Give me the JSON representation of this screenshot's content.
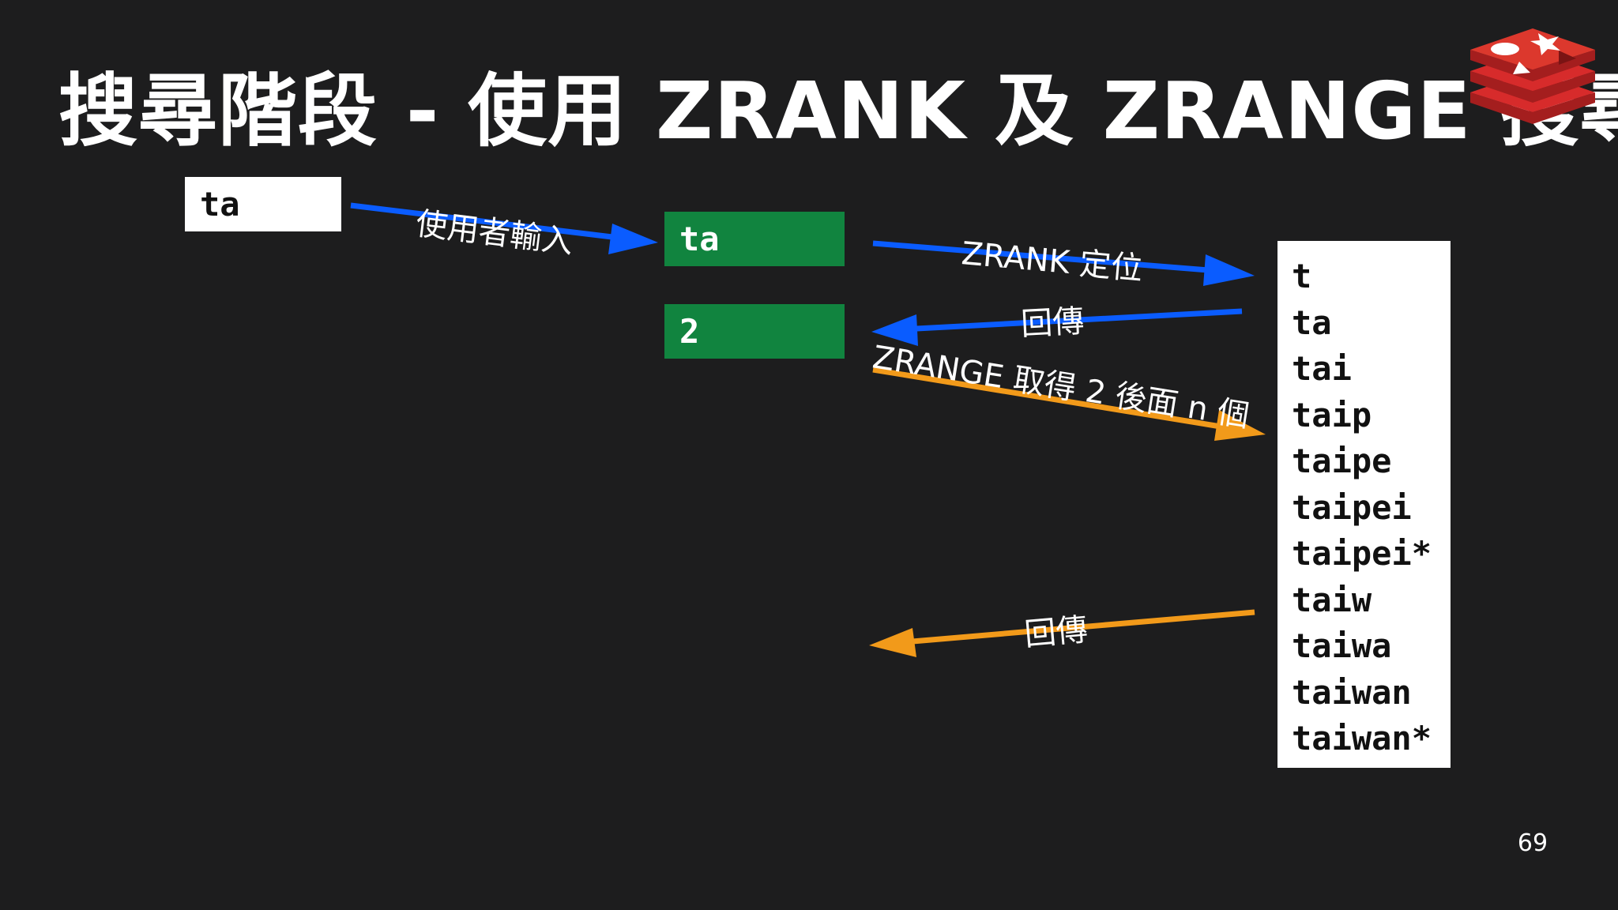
{
  "title": "搜尋階段 - 使用 ZRANK 及 ZRANGE 搜尋",
  "input_box": "ta",
  "green_boxes": [
    "ta",
    "2"
  ],
  "sorted_set": [
    "t",
    "ta",
    "tai",
    "taip",
    "taipe",
    "taipei",
    "taipei*",
    "taiw",
    "taiwa",
    "taiwan",
    "taiwan*"
  ],
  "arrow_labels": {
    "user_input": "使用者輸入",
    "zrank": "ZRANK 定位",
    "return_rank": "回傳",
    "zrange": "ZRANGE 取得 2 後面 n 個",
    "return_results": "回傳"
  },
  "page_number": "69",
  "colors": {
    "background": "#1d1d1e",
    "blue_arrow": "#0a5cff",
    "orange_arrow": "#f29a1a",
    "green_box": "#11843f",
    "logo_red": "#d72b2b"
  },
  "logo_icon": "redis-logo"
}
